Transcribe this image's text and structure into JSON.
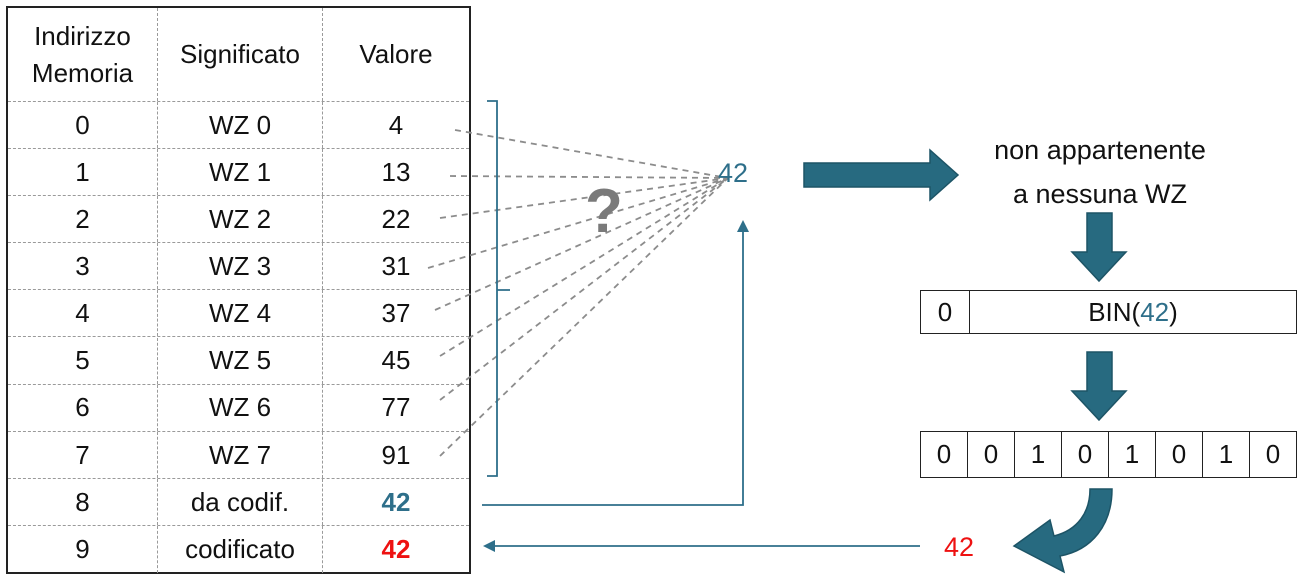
{
  "table": {
    "headers": {
      "address": "Indirizzo\nMemoria",
      "meaning": "Significato",
      "value": "Valore"
    },
    "rows": [
      {
        "address": "0",
        "meaning": "WZ 0",
        "value": "4"
      },
      {
        "address": "1",
        "meaning": "WZ 1",
        "value": "13"
      },
      {
        "address": "2",
        "meaning": "WZ 2",
        "value": "22"
      },
      {
        "address": "3",
        "meaning": "WZ 3",
        "value": "31"
      },
      {
        "address": "4",
        "meaning": "WZ 4",
        "value": "37"
      },
      {
        "address": "5",
        "meaning": "WZ 5",
        "value": "45"
      },
      {
        "address": "6",
        "meaning": "WZ 6",
        "value": "77"
      },
      {
        "address": "7",
        "meaning": "WZ 7",
        "value": "91"
      },
      {
        "address": "8",
        "meaning": "da codif.",
        "value": "42"
      },
      {
        "address": "9",
        "meaning": "codificato",
        "value": "42"
      }
    ]
  },
  "diagram": {
    "question_mark": "?",
    "input_value": "42",
    "verdict_line1": "non appartenente",
    "verdict_line2": "a nessuna WZ",
    "bin_flag": "0",
    "bin_label_prefix": "BIN(",
    "bin_label_value": "42",
    "bin_label_suffix": ")",
    "bits": [
      "0",
      "0",
      "1",
      "0",
      "1",
      "0",
      "1",
      "0"
    ],
    "output_value": "42"
  },
  "colors": {
    "teal": "#2e6f8a",
    "arrow_fill": "#276a80",
    "red": "#ee1111",
    "dash_gray": "#8c8c8c"
  }
}
